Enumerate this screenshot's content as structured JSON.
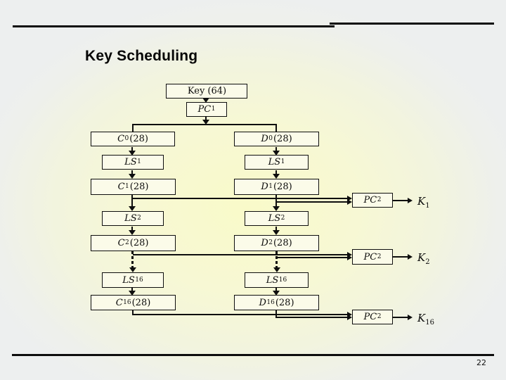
{
  "slide": {
    "title": "Key Scheduling",
    "page_number": "22"
  },
  "colors": {
    "ink": "#0e0e0e",
    "box_fill": "#fbfbe9",
    "glow_center": "#f9fac9",
    "background_edge": "#edefef"
  },
  "diagram": {
    "key_box": {
      "label": "Key (64)"
    },
    "pc1": {
      "base": "PC",
      "sub": "1"
    },
    "c0": {
      "base": "C",
      "sub": "0",
      "suffix": "(28)"
    },
    "d0": {
      "base": "D",
      "sub": "0",
      "suffix": "(28)"
    },
    "tiers": [
      {
        "ls_left": {
          "base": "LS",
          "sub": "1"
        },
        "ls_right": {
          "base": "LS",
          "sub": "1"
        },
        "c": {
          "base": "C",
          "sub": "1",
          "suffix": "(28)"
        },
        "d": {
          "base": "D",
          "sub": "1",
          "suffix": "(28)"
        },
        "pc": {
          "base": "PC",
          "sub": "2"
        },
        "k": {
          "base": "K",
          "sub": "1"
        }
      },
      {
        "ls_left": {
          "base": "LS",
          "sub": "2"
        },
        "ls_right": {
          "base": "LS",
          "sub": "2"
        },
        "c": {
          "base": "C",
          "sub": "2",
          "suffix": "(28)"
        },
        "d": {
          "base": "D",
          "sub": "2",
          "suffix": "(28)"
        },
        "pc": {
          "base": "PC",
          "sub": "2"
        },
        "k": {
          "base": "K",
          "sub": "2"
        }
      },
      {
        "ls_left": {
          "base": "LS",
          "sub": "16"
        },
        "ls_right": {
          "base": "LS",
          "sub": "16"
        },
        "c": {
          "base": "C",
          "sub": "16",
          "suffix": "(28)"
        },
        "d": {
          "base": "D",
          "sub": "16",
          "suffix": "(28)"
        },
        "pc": {
          "base": "PC",
          "sub": "2"
        },
        "k": {
          "base": "K",
          "sub": "16"
        }
      }
    ]
  }
}
